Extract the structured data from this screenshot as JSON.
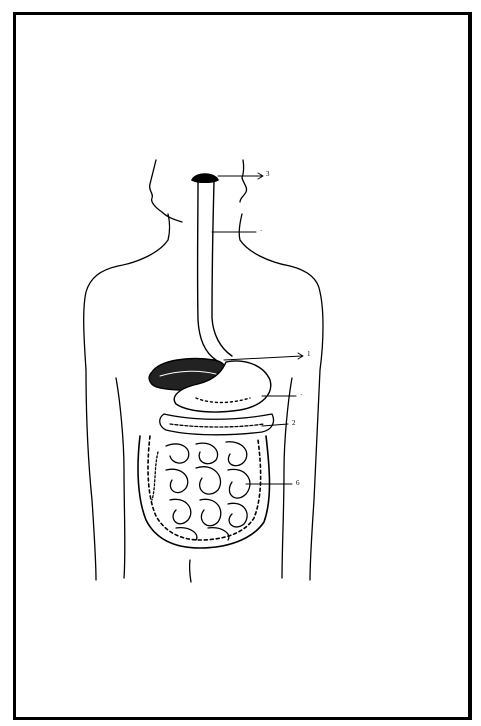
{
  "labels": {
    "pharynx": "3",
    "esophagus": "·",
    "cardia": "1",
    "stomach": "·",
    "pancreas": "2",
    "intestines": "6"
  },
  "colors": {
    "ink": "#000000",
    "paper": "#ffffff"
  }
}
